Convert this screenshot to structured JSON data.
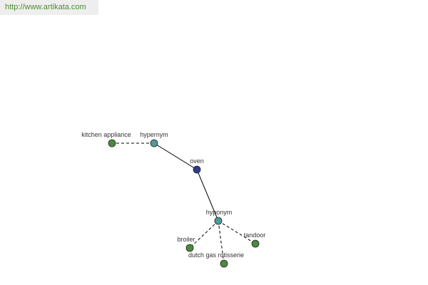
{
  "source": {
    "url_text": "http://www.artikata.com"
  },
  "colors": {
    "center": "#2e3a8c",
    "relation": "#4f9a9a",
    "word": "#4a8a3e",
    "edge": "#000000"
  },
  "graph": {
    "center": {
      "label": "oven",
      "kind": "center"
    },
    "relations": [
      {
        "label": "hypernym",
        "kind": "relation"
      },
      {
        "label": "hyponym",
        "kind": "relation"
      }
    ],
    "words": [
      {
        "label": "kitchen appliance",
        "relation": "hypernym",
        "kind": "word"
      },
      {
        "label": "broiler",
        "relation": "hyponym",
        "kind": "word"
      },
      {
        "label": "dutch gas rotisserie",
        "relation": "hyponym",
        "kind": "word"
      },
      {
        "label": "tandoor",
        "relation": "hyponym",
        "kind": "word"
      }
    ]
  }
}
